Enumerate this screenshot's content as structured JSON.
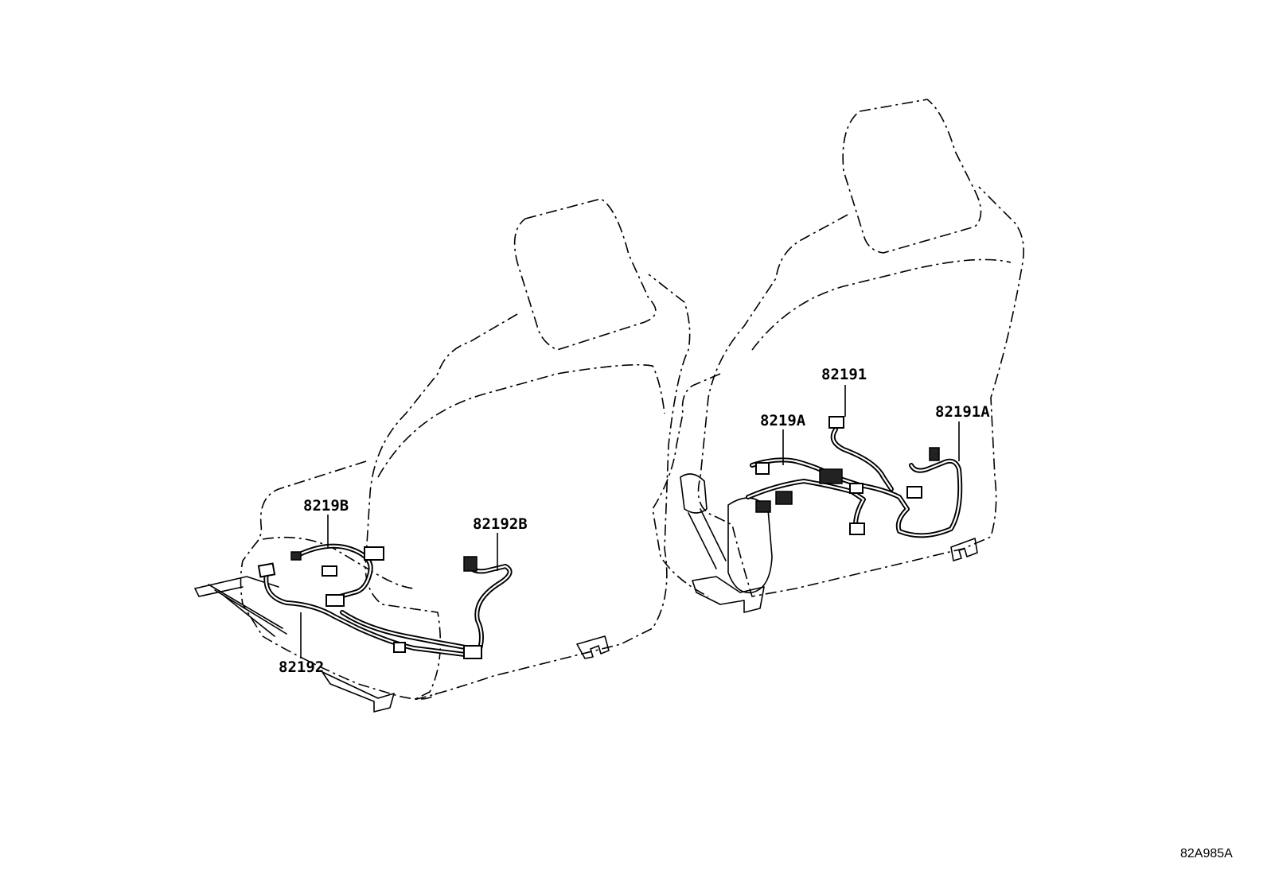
{
  "diagram": {
    "labels": {
      "p8219B": "8219B",
      "p82192B": "82192B",
      "p82192": "82192",
      "p82191": "82191",
      "p8219A": "8219A",
      "p82191A": "82191A"
    },
    "reference_code": "82A985A"
  },
  "colors": {
    "line": "#000000",
    "background": "#ffffff"
  }
}
